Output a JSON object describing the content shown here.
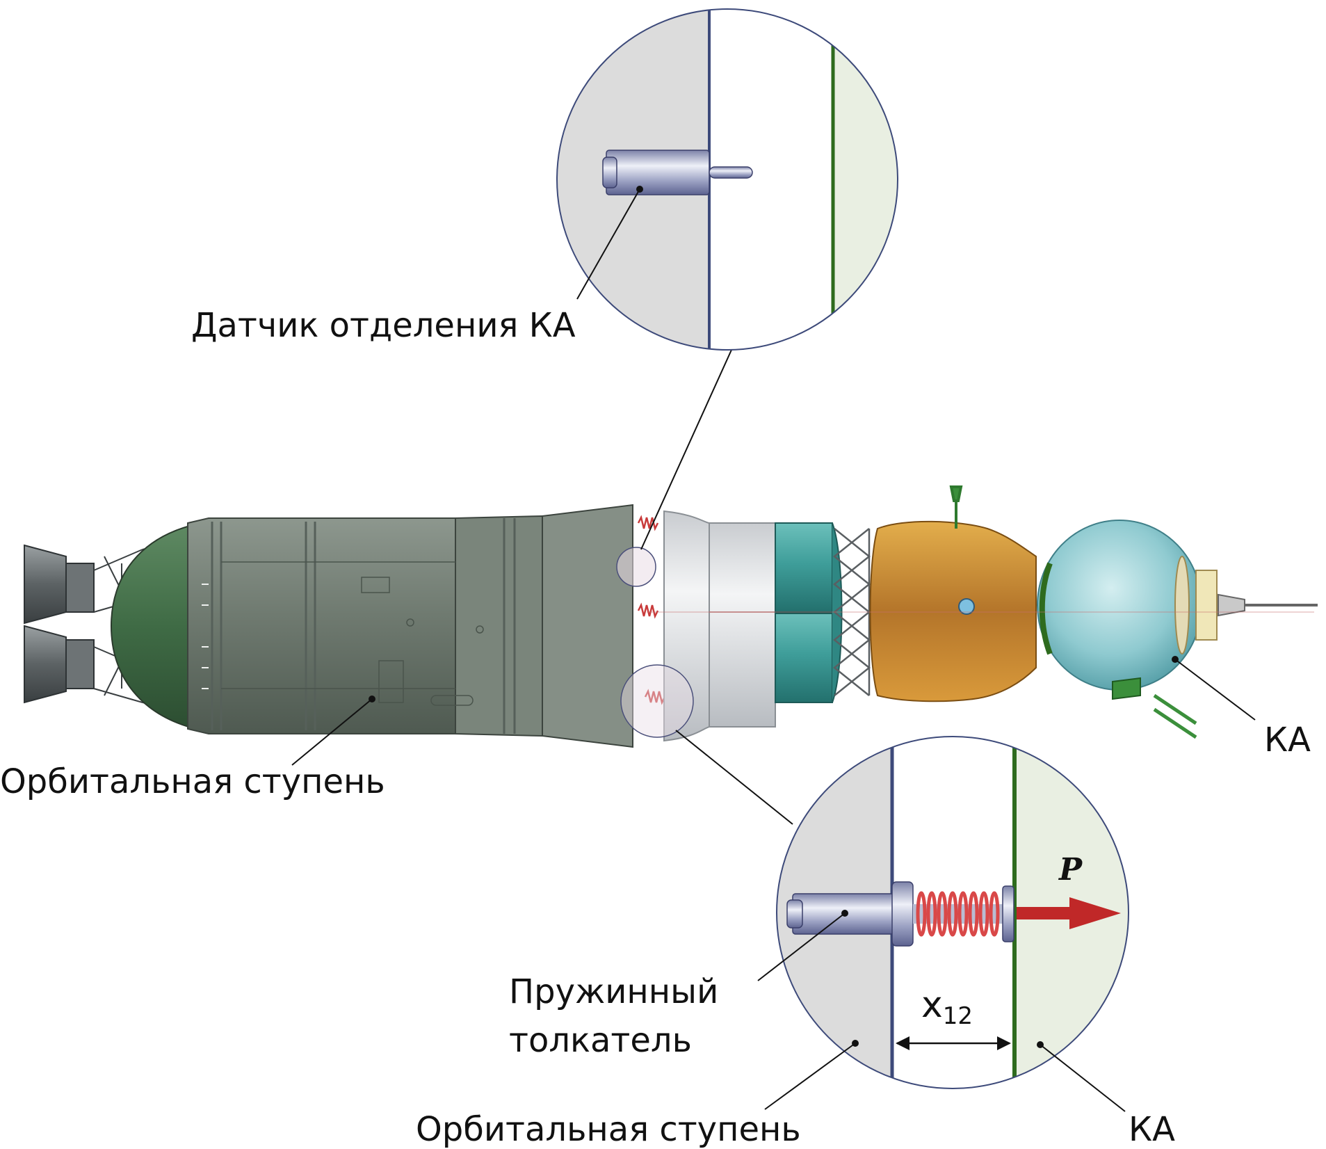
{
  "labels": {
    "sensor": "Датчик отделения КА",
    "stage_main": "Орбитальная ступень",
    "spacecraft_main": "КА",
    "pusher_line1": "Пружинный",
    "pusher_line2": "толкатель",
    "gap_symbol": "x",
    "gap_subscript": "12",
    "force": "P",
    "stage_detail": "Орбитальная ступень",
    "spacecraft_detail": "КА"
  },
  "colors": {
    "stage_body": "#6f7a70",
    "stage_dark": "#4e5850",
    "stage_dome": "#3f6b45",
    "adapter": "#e6e8ea",
    "ring_teal": "#3f9e9a",
    "service_module": "#c8892a",
    "orbital_module": "#8fcad0",
    "stage_wall": "#3d4a7a",
    "spacecraft_wall": "#2e6b1e",
    "stage_fill": "#dcdcdc",
    "spacecraft_fill": "#e9efe2",
    "spring": "#d94848",
    "force_arrow": "#c02828"
  }
}
